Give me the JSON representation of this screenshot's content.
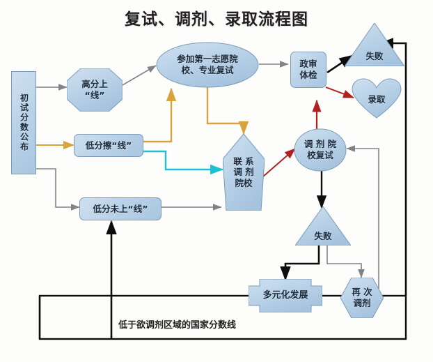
{
  "title": "复试、调剂、录取流程图",
  "caption": "低于欲调剂区域的国家分数线",
  "colors": {
    "node_fill": "#b9d2e8",
    "node_stroke": "#7c9ab5",
    "arrow_gray": "#808387",
    "arrow_orange": "#d7a33c",
    "arrow_cyan": "#1ebfd2",
    "arrow_black": "#0d0d0d",
    "arrow_red": "#b02020",
    "text": "#1b2a3a"
  },
  "nodes": {
    "score_published": {
      "label": "初试分数公布",
      "shape": "rect-vertical"
    },
    "high_pass": {
      "label": "高分上\n“线”",
      "line1": "高分上",
      "line2": "“线”",
      "shape": "octagon"
    },
    "borderline": {
      "label": "低分擦“线”",
      "shape": "rounded-rect"
    },
    "below_line": {
      "label": "低分未上“线”",
      "shape": "rounded-rect"
    },
    "first_choice_interview": {
      "line1": "参加第一志愿院",
      "line2": "校、专业复试",
      "shape": "ellipse"
    },
    "contact_transfer": {
      "line1": "联 系",
      "line2": "调 剂",
      "line3": "院校",
      "shape": "hexagon-tall"
    },
    "political_review": {
      "line1": "政审",
      "line2": "体检",
      "shape": "rounded-rect"
    },
    "fail_top": {
      "label": "失败",
      "shape": "triangle"
    },
    "admitted": {
      "label": "录取",
      "shape": "heart"
    },
    "transfer_interview": {
      "line1": "调 剂 院",
      "line2": "校复试",
      "shape": "ellipse"
    },
    "fail_bottom": {
      "label": "失败",
      "shape": "triangle"
    },
    "diversified": {
      "label": "多元化发展",
      "shape": "flowchart-card"
    },
    "retransfer": {
      "line1": "再 次",
      "line2": "调剂",
      "shape": "hexagon"
    }
  },
  "edges": [
    {
      "from": "score_published",
      "to": "high_pass",
      "color": "gray"
    },
    {
      "from": "score_published",
      "to": "borderline",
      "color": "orange"
    },
    {
      "from": "score_published",
      "to": "below_line",
      "color": "gray"
    },
    {
      "from": "high_pass",
      "to": "first_choice_interview",
      "color": "gray"
    },
    {
      "from": "first_choice_interview",
      "to": "political_review",
      "color": "gray"
    },
    {
      "from": "first_choice_interview",
      "to": "contact_transfer",
      "color": "orange"
    },
    {
      "from": "borderline",
      "to": "first_choice_interview",
      "color": "orange"
    },
    {
      "from": "borderline",
      "to": "contact_transfer",
      "color": "cyan"
    },
    {
      "from": "below_line",
      "to": "contact_transfer",
      "color": "gray"
    },
    {
      "from": "contact_transfer",
      "to": "transfer_interview",
      "color": "red"
    },
    {
      "from": "transfer_interview",
      "to": "political_review",
      "color": "red"
    },
    {
      "from": "political_review",
      "to": "fail_top",
      "color": "black"
    },
    {
      "from": "political_review",
      "to": "admitted",
      "color": "red"
    },
    {
      "from": "transfer_interview",
      "to": "fail_bottom",
      "color": "black"
    },
    {
      "from": "fail_bottom",
      "to": "diversified",
      "color": "black"
    },
    {
      "from": "fail_bottom",
      "to": "retransfer",
      "color": "gray"
    },
    {
      "from": "retransfer",
      "to": "transfer_interview",
      "color": "gray"
    },
    {
      "from": "fail_top",
      "to": "below_line",
      "color": "black"
    }
  ]
}
